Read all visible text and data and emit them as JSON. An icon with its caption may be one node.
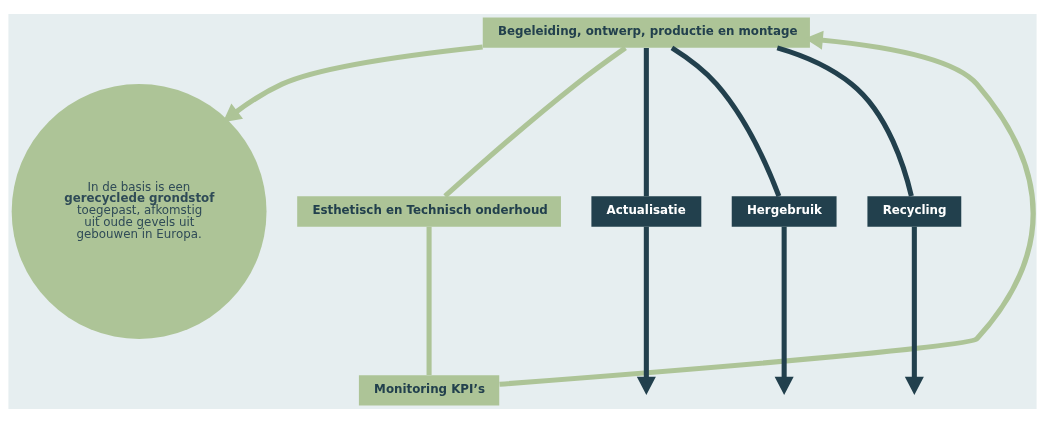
{
  "diagram": {
    "nodes": [
      {
        "text": [
          "Begeleiding, ontwerp, productie en montage"
        ]
      },
      {
        "text": [
          "In de basis is een **gerecyclede grondstof** toegepast, afkomstig uit oude gevels uit gebouwen in Europa."
        ]
      },
      {
        "text": [
          "Esthetisch en Technisch onderhoud"
        ]
      },
      {
        "text": [
          "Monitoring KPI’s"
        ]
      },
      {
        "text": [
          "Actualisatie"
        ]
      },
      {
        "text": [
          "Hergebruik"
        ]
      },
      {
        "text": [
          "Recycling"
        ]
      }
    ],
    "edges": [
      {
        "from": 0,
        "to": 1,
        "arrow": "to",
        "color": "#adc497"
      },
      {
        "from": 0,
        "to": 2,
        "arrow": "none",
        "color": "#adc497"
      },
      {
        "from": 2,
        "to": 3,
        "arrow": "none",
        "color": "#adc497"
      },
      {
        "from": 3,
        "to": 0,
        "arrow": "to",
        "color": "#adc497"
      },
      {
        "from": 0,
        "to": 4,
        "arrow": "none"
      },
      {
        "from": 0,
        "to": 5,
        "arrow": "none"
      },
      {
        "from": 0,
        "to": 6,
        "arrow": "none"
      },
      {
        "from": 4,
        "to": null,
        "arrow": "to"
      },
      {
        "from": 5,
        "to": null,
        "arrow": "to"
      },
      {
        "from": 6,
        "to": null,
        "arrow": "to"
      }
    ]
  }
}
